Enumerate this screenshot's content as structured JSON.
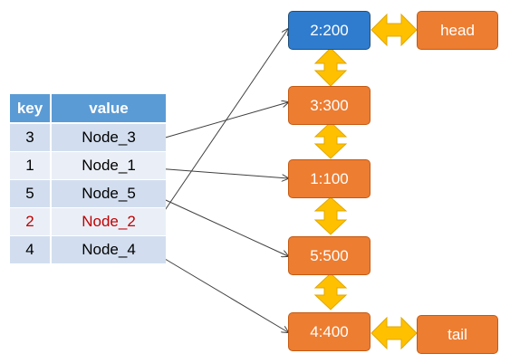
{
  "table": {
    "header": {
      "key": "key",
      "value": "value"
    },
    "rows": [
      {
        "key": "3",
        "value": "Node_3"
      },
      {
        "key": "1",
        "value": "Node_1"
      },
      {
        "key": "5",
        "value": "Node_5"
      },
      {
        "key": "2",
        "value": "Node_2",
        "highlight": true
      },
      {
        "key": "4",
        "value": "Node_4"
      }
    ]
  },
  "list_nodes": [
    "2:200",
    "3:300",
    "1:100",
    "5:500",
    "4:400"
  ],
  "head_label": "head",
  "tail_label": "tail",
  "links": [
    {
      "from": "Node_3",
      "to": "3:300"
    },
    {
      "from": "Node_1",
      "to": "1:100"
    },
    {
      "from": "Node_5",
      "to": "5:500"
    },
    {
      "from": "Node_2",
      "to": "2:200"
    },
    {
      "from": "Node_4",
      "to": "4:400"
    }
  ],
  "colors": {
    "node": "#ed7d31",
    "active_node": "#2f7ccf",
    "link_arrow": "#ffc000",
    "table_header": "#5b9bd5",
    "highlight_text": "#c00000"
  }
}
